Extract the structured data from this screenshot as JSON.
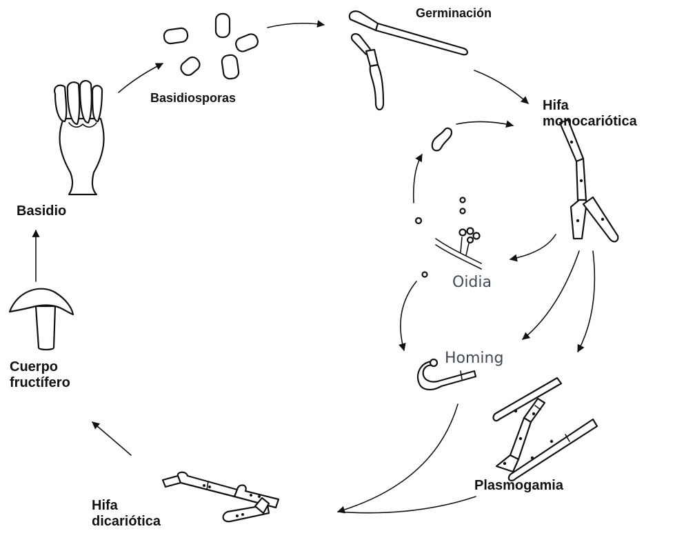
{
  "labels": {
    "germinacion": "Germinación",
    "basidiosporas": "Basidiosporas",
    "hifa_mono_1": "Hifa",
    "hifa_mono_2": "monocariótica",
    "basidio": "Basidio",
    "oidia": "Oidia",
    "homing": "Homing",
    "cuerpo_1": "Cuerpo",
    "cuerpo_2": "fructífero",
    "plasmogamia": "Plasmogamia",
    "hifa_di_1": "Hifa",
    "hifa_di_2": "dicariótica"
  },
  "colors": {
    "ink": "#111111",
    "label_text": "#111111",
    "secondary_text": "#3f4a55",
    "background": "#ffffff"
  }
}
